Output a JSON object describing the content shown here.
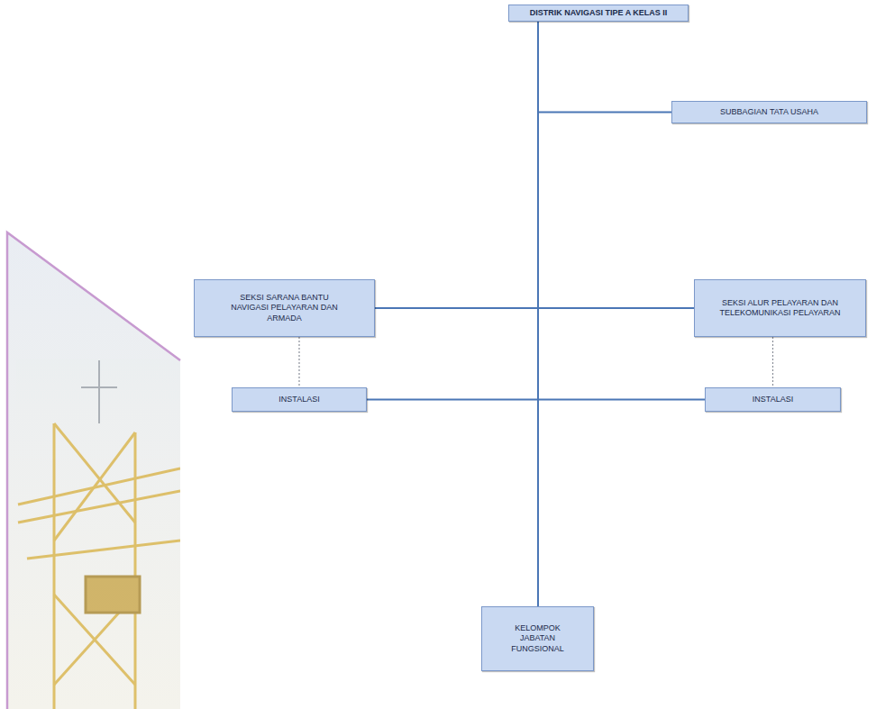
{
  "diagram": {
    "nodes": [
      {
        "text": [
          "DISTRIK NAVIGASI TIPE A KELAS II"
        ]
      },
      {
        "text": [
          "SUBBAGIAN TATA USAHA"
        ]
      },
      {
        "text": [
          "SEKSI SARANA BANTU NAVIGASI PELAYARAN DAN ARMADA"
        ]
      },
      {
        "text": [
          "SEKSI ALUR PELAYARAN DAN TELEKOMUNIKASI PELAYARAN"
        ]
      },
      {
        "text": [
          "INSTALASI"
        ]
      },
      {
        "text": [
          "INSTALASI"
        ]
      },
      {
        "text": [
          "KELOMPOK JABATAN FUNGSIONAL"
        ]
      }
    ],
    "edges": [
      {
        "from": 0,
        "to": 1,
        "arrow": "none"
      },
      {
        "from": 0,
        "to": 2,
        "arrow": "none"
      },
      {
        "from": 0,
        "to": 3,
        "arrow": "none"
      },
      {
        "from": 2,
        "to": 4,
        "arrow": "none"
      },
      {
        "from": 3,
        "to": 5,
        "arrow": "none"
      },
      {
        "from": 0,
        "to": 4,
        "arrow": "none"
      },
      {
        "from": 0,
        "to": 5,
        "arrow": "none"
      },
      {
        "from": 0,
        "to": 6,
        "arrow": "none"
      }
    ]
  }
}
